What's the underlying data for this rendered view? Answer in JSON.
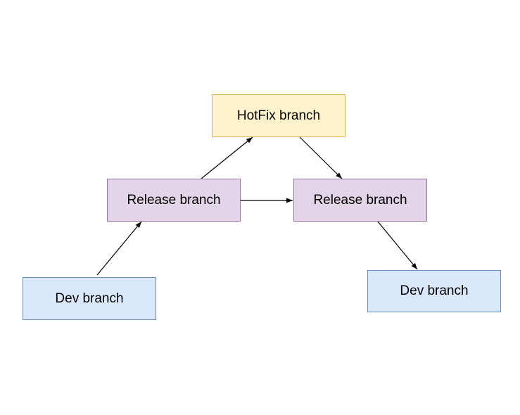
{
  "nodes": {
    "hotfix": {
      "label": "HotFix branch",
      "fill": "#fff2cc",
      "stroke": "#d6b656"
    },
    "rel_left": {
      "label": "Release branch",
      "fill": "#e1d5e7",
      "stroke": "#9673a6"
    },
    "rel_right": {
      "label": "Release branch",
      "fill": "#e1d5e7",
      "stroke": "#9673a6"
    },
    "dev_left": {
      "label": "Dev branch",
      "fill": "#dae8fc",
      "stroke": "#6c8ebf"
    },
    "dev_right": {
      "label": "Dev branch",
      "fill": "#dae8fc",
      "stroke": "#6c8ebf"
    }
  },
  "edges": [
    {
      "from": "Dev branch (left)",
      "to": "Release branch (left)"
    },
    {
      "from": "Release branch (left)",
      "to": "HotFix branch"
    },
    {
      "from": "Release branch (left)",
      "to": "Release branch (right)"
    },
    {
      "from": "HotFix branch",
      "to": "Release branch (right)"
    },
    {
      "from": "Release branch (right)",
      "to": "Dev branch (right)"
    }
  ],
  "colors": {
    "edge": "#000000"
  }
}
